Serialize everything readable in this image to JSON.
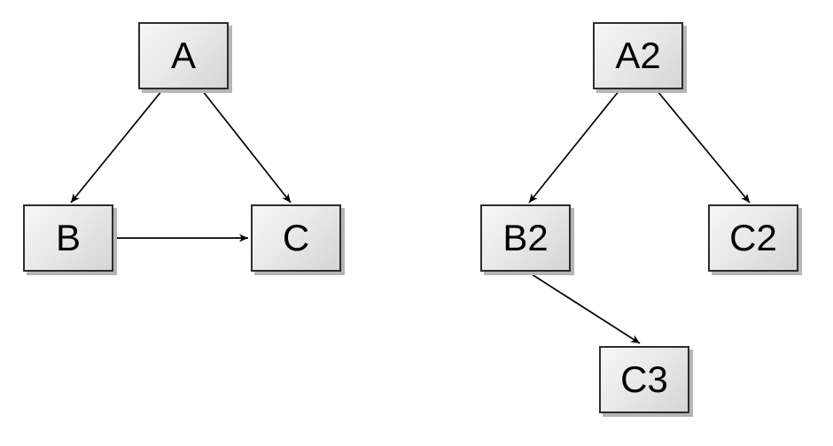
{
  "diagram": {
    "nodes": {
      "A": {
        "label": "A"
      },
      "B": {
        "label": "B"
      },
      "C": {
        "label": "C"
      },
      "A2": {
        "label": "A2"
      },
      "B2": {
        "label": "B2"
      },
      "C2": {
        "label": "C2"
      },
      "C3": {
        "label": "C3"
      }
    },
    "edges": [
      {
        "from": "A",
        "to": "B"
      },
      {
        "from": "A",
        "to": "C"
      },
      {
        "from": "B",
        "to": "C"
      },
      {
        "from": "A2",
        "to": "B2"
      },
      {
        "from": "A2",
        "to": "C2"
      },
      {
        "from": "B2",
        "to": "C3"
      }
    ],
    "colors": {
      "background": "#ffffff",
      "node_fill_light": "#f7f7f7",
      "node_fill_dark": "#d5d5d5",
      "node_border": "#2d2d2d",
      "node_shadow": "#b5b5b5",
      "edge": "#000000",
      "text": "#000000"
    }
  }
}
